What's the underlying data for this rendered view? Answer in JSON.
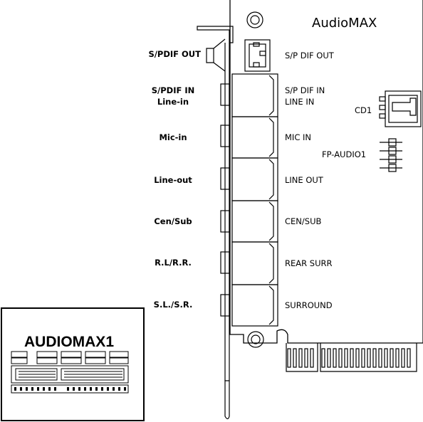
{
  "board": {
    "title": "AudioMAX",
    "cd_label": "CD1",
    "fp_label": "FP-AUDIO1"
  },
  "ports_left": [
    {
      "label": "S/PDIF OUT"
    },
    {
      "label": "S/PDIF IN"
    },
    {
      "label": "Line-in"
    },
    {
      "label": "Mic-in"
    },
    {
      "label": "Line-out"
    },
    {
      "label": "Cen/Sub"
    },
    {
      "label": "R.L/R.R."
    },
    {
      "label": "S.L./S.R."
    }
  ],
  "ports_right": [
    {
      "label": "S/P DIF OUT"
    },
    {
      "label": "S/P DIF IN"
    },
    {
      "label": "LINE IN"
    },
    {
      "label": "MIC IN"
    },
    {
      "label": "LINE OUT"
    },
    {
      "label": "CEN/SUB"
    },
    {
      "label": "REAR SURR"
    },
    {
      "label": "SURROUND"
    }
  ],
  "inset": {
    "title": "AUDIOMAX1"
  }
}
